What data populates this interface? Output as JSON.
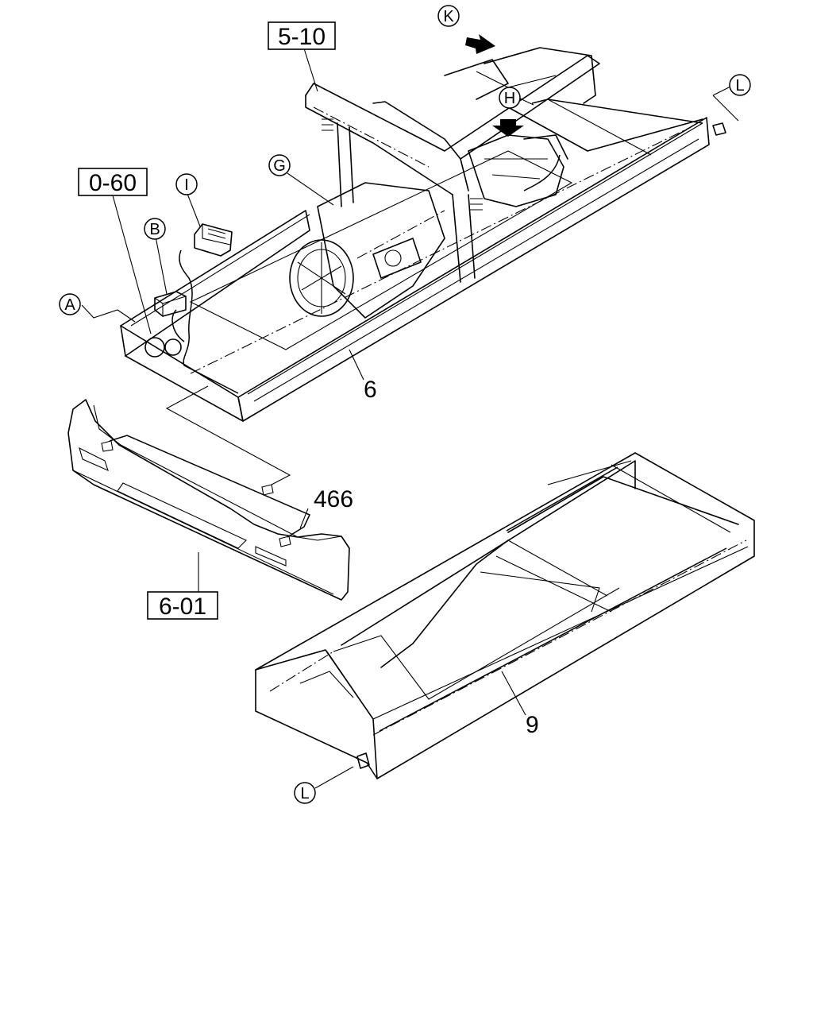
{
  "reference_boxes": {
    "ref_5_10": "5-10",
    "ref_0_60": "0-60",
    "ref_6_01": "6-01"
  },
  "part_numbers": {
    "part_6": "6",
    "part_466": "466",
    "part_9": "9"
  },
  "letter_callouts": {
    "A": "A",
    "B": "B",
    "G": "G",
    "H": "H",
    "I": "I",
    "K": "K",
    "L_top": "L",
    "L_bottom": "L"
  }
}
